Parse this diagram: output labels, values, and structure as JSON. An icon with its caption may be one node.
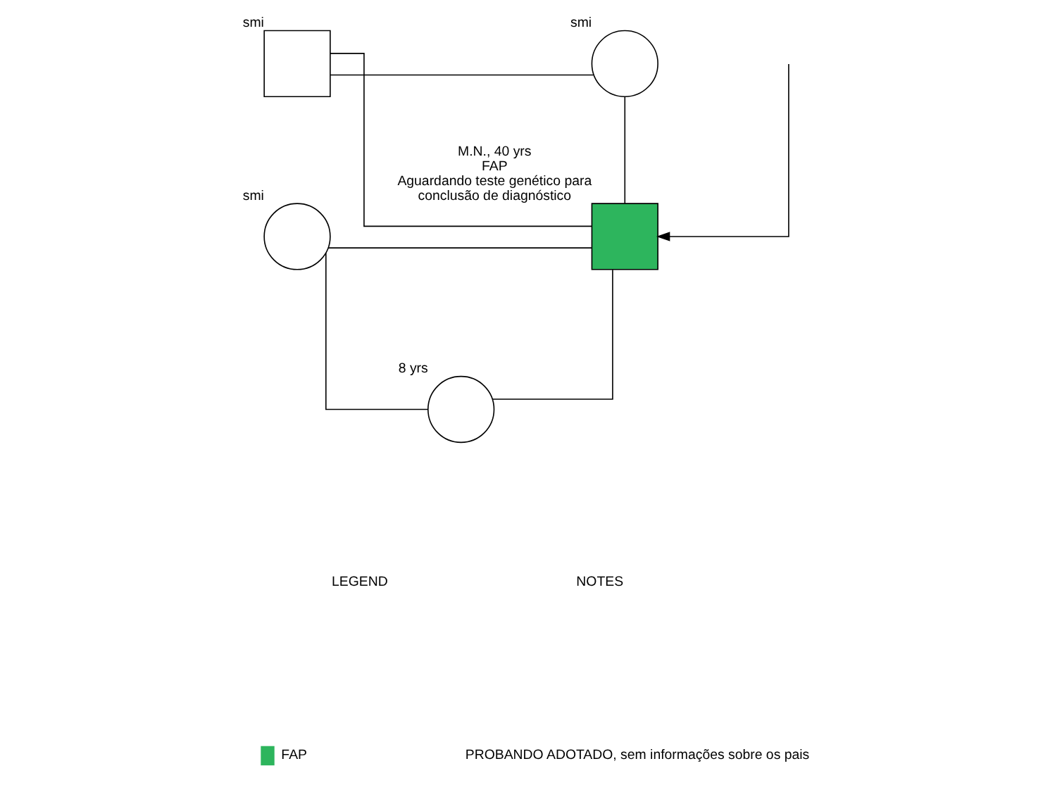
{
  "diagram": {
    "nodes": [
      {
        "text": [],
        "shape": "box",
        "beside": [
          "smi"
        ]
      },
      {
        "text": [],
        "shape": "circle",
        "beside": [
          "smi"
        ]
      },
      {
        "text": [],
        "shape": "box",
        "beside": [
          "M.N., 40 yrs",
          "FAP",
          "Aguardando teste genético para conclusão de diagnóstico"
        ]
      },
      {
        "text": [],
        "shape": "circle",
        "beside": [
          "smi"
        ]
      },
      {
        "text": [],
        "shape": "circle",
        "beside": [
          "8 yrs"
        ]
      }
    ],
    "edges": [
      {
        "from": 0,
        "to": 1,
        "arrow": "none"
      },
      {
        "from": 0,
        "to": 2,
        "arrow": "none"
      },
      {
        "from": 1,
        "to": 2,
        "arrow": "none"
      },
      {
        "from": 3,
        "to": 2,
        "arrow": "none"
      },
      {
        "from": 2,
        "to": 4,
        "arrow": "none"
      },
      {
        "from": 3,
        "to": 4,
        "arrow": "none"
      },
      {
        "from": null,
        "to": 2,
        "arrow": "to"
      }
    ],
    "labels": [
      "LEGEND",
      "NOTES",
      "PROBANDO ADOTADO, sem informações sobre os pais"
    ],
    "legend": [
      {
        "text": "FAP",
        "color": "#2db55d"
      }
    ]
  }
}
